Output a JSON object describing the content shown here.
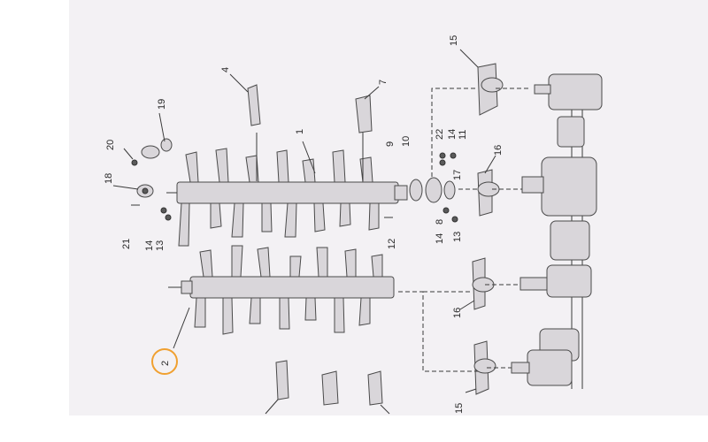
{
  "callouts": {
    "p1": "1",
    "p2": "2",
    "p4": "4",
    "p7": "7",
    "p8": "8",
    "p9": "9",
    "p10": "10",
    "p11": "11",
    "p12": "12",
    "p13a": "13",
    "p13b": "13",
    "p14a": "14",
    "p14b": "14",
    "p14c": "14",
    "p15a": "15",
    "p15b": "15",
    "p16a": "16",
    "p16b": "16",
    "p17": "17",
    "p18": "18",
    "p19": "19",
    "p20": "20",
    "p21": "21",
    "p22": "22"
  },
  "highlight": {
    "label": "2",
    "color": "#f0a030"
  },
  "colors": {
    "sheet": "#f3f1f4",
    "ink": "#3a3a3a"
  }
}
